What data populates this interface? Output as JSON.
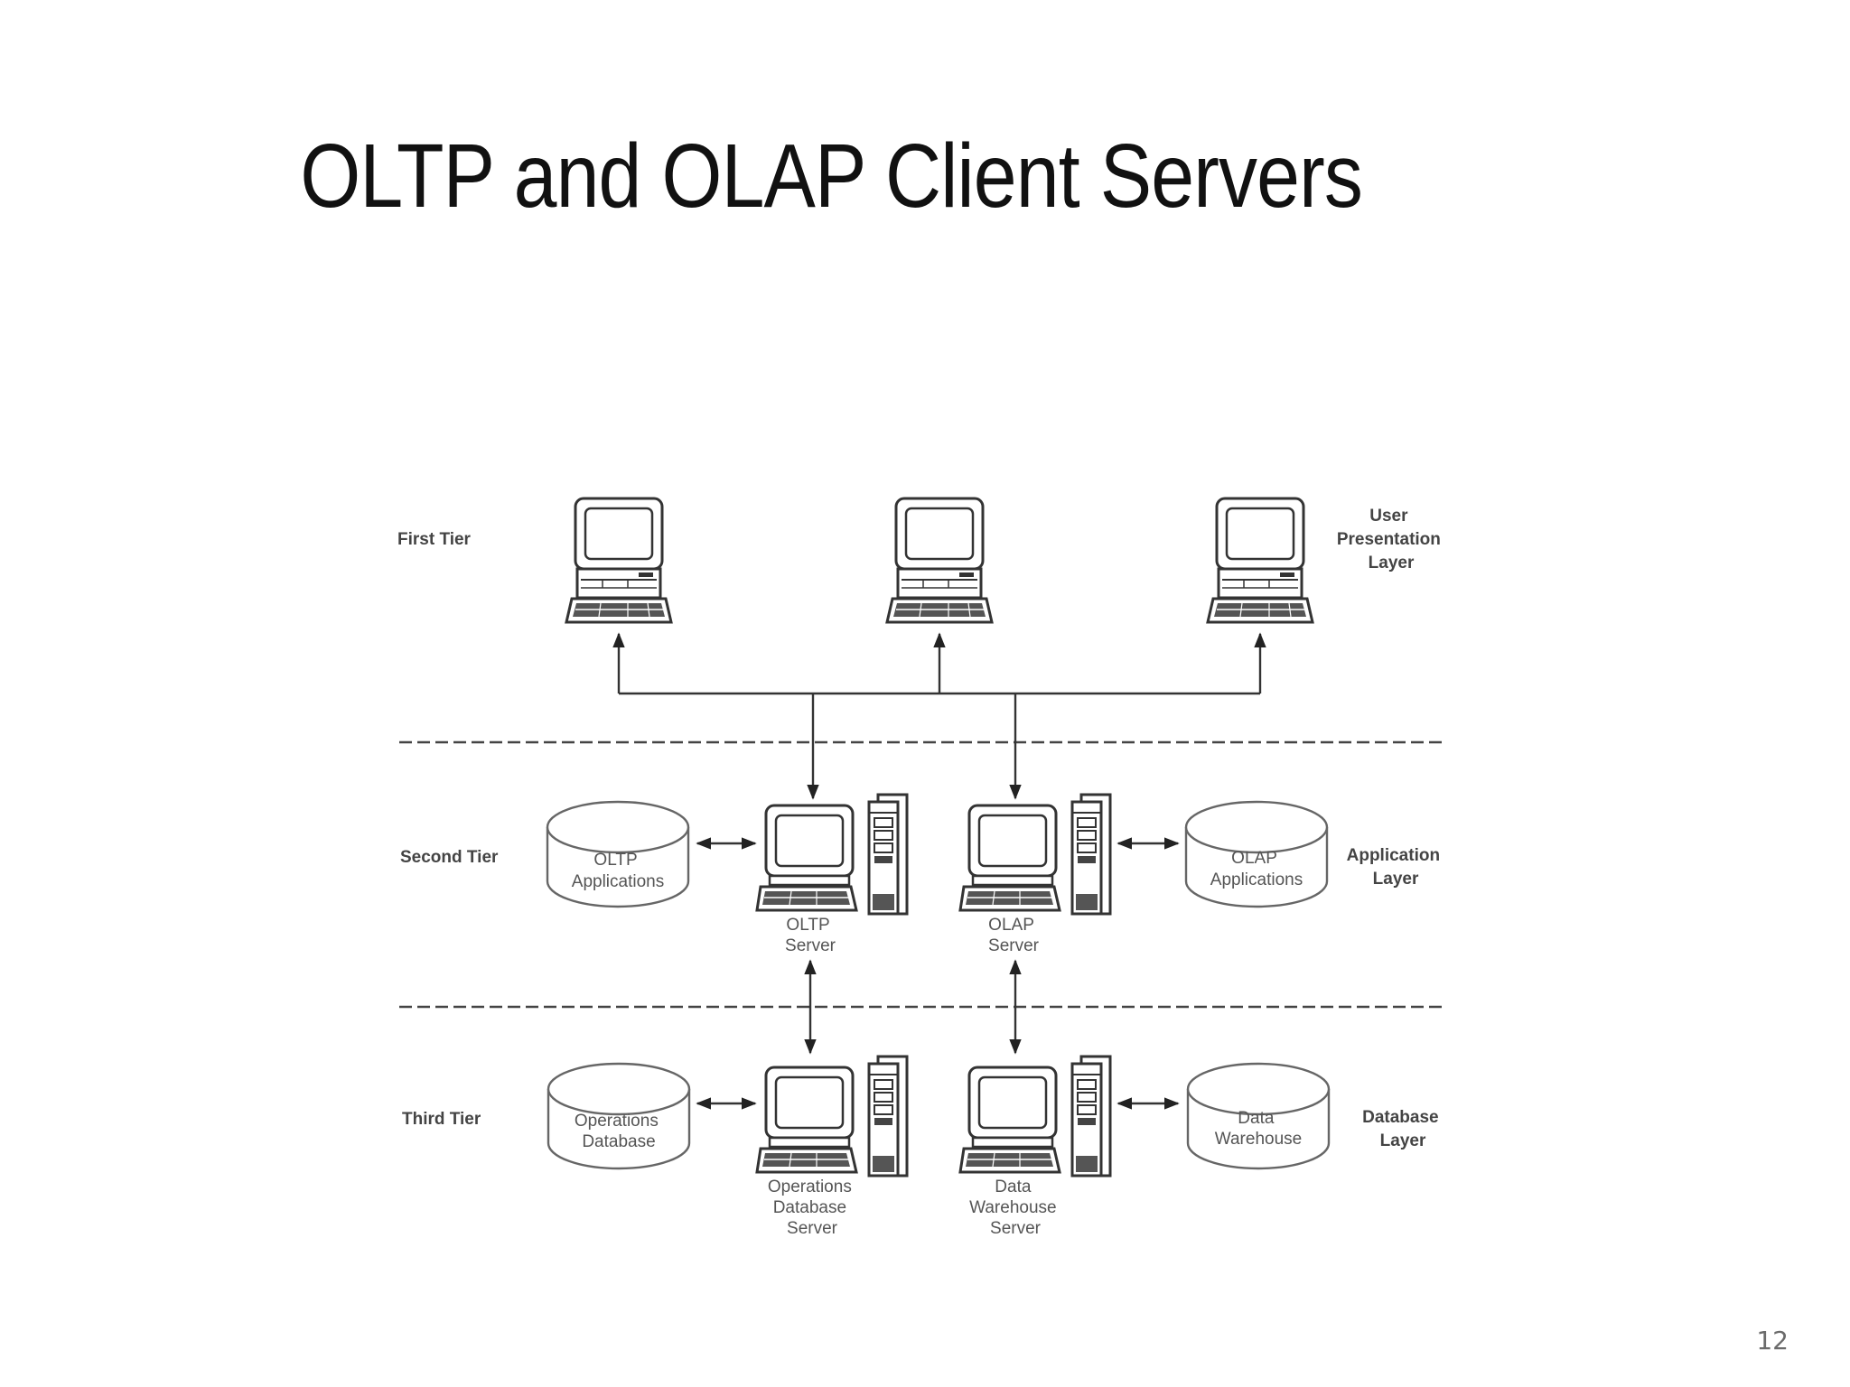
{
  "slide": {
    "title": "OLTP and OLAP Client Servers",
    "page_number": "12"
  },
  "tiers": {
    "first": "First Tier",
    "second": "Second Tier",
    "third": "Third Tier"
  },
  "layers": {
    "presentation": [
      "User",
      "Presentation",
      "Layer"
    ],
    "application": [
      "Application",
      "Layer"
    ],
    "database": [
      "Database",
      "Layer"
    ]
  },
  "stores": {
    "oltp_apps": [
      "OLTP",
      "Applications"
    ],
    "olap_apps": [
      "OLAP",
      "Applications"
    ],
    "operations_db": [
      "Operations",
      "Database"
    ],
    "data_warehouse": [
      "Data",
      "Warehouse"
    ]
  },
  "servers": {
    "oltp_server": [
      "OLTP",
      "Server"
    ],
    "olap_server": [
      "OLAP",
      "Server"
    ],
    "operations_db_server": [
      "Operations",
      "Database",
      "Server"
    ],
    "data_warehouse_server": [
      "Data",
      "Warehouse",
      "Server"
    ]
  },
  "icons": {
    "client": "desktop-computer-icon",
    "server": "server-workstation-icon",
    "store": "cylinder-database-icon"
  }
}
